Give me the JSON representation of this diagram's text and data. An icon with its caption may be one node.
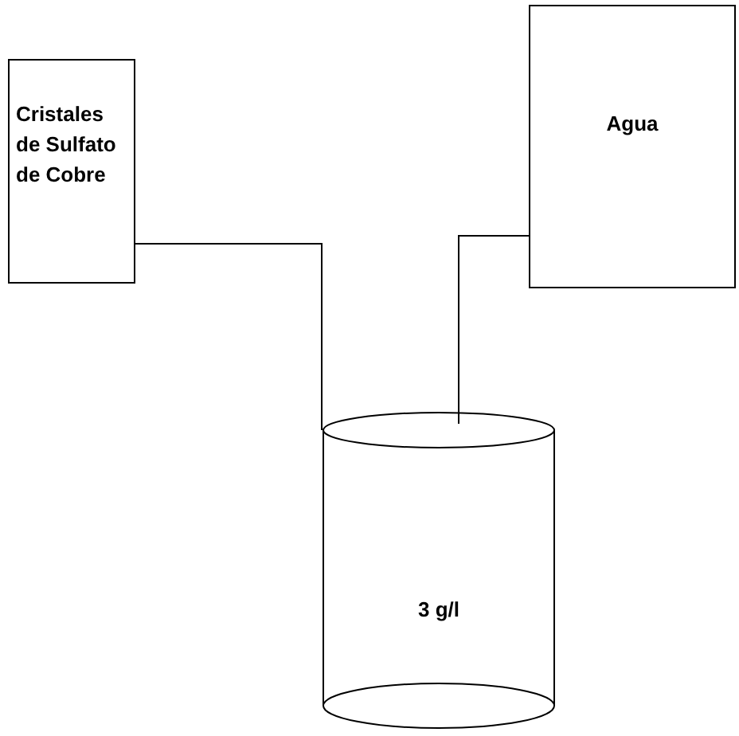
{
  "diagram": {
    "nodes": [
      {
        "text": [
          "Cristales de Sulfato de Cobre"
        ]
      },
      {
        "text": [
          "Agua"
        ]
      },
      {
        "text": [
          "3 g/l"
        ]
      }
    ],
    "edges": [
      {
        "from": 0,
        "to": 2,
        "arrow": "none"
      },
      {
        "from": 1,
        "to": 2,
        "arrow": "none"
      }
    ]
  }
}
